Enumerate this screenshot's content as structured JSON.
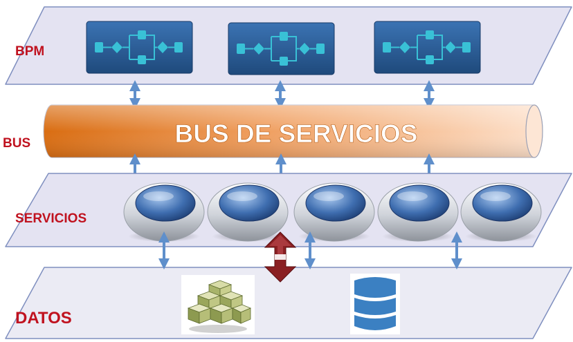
{
  "layers": {
    "bpm": {
      "label": "BPM"
    },
    "bus": {
      "label": "BUS",
      "title": "BUS DE SERVICIOS"
    },
    "servicios": {
      "label": "SERVICIOS"
    },
    "datos": {
      "label": "DATOS"
    }
  },
  "counts": {
    "process_blocks": 3,
    "service_nodes": 5
  },
  "colors": {
    "label_red": "#c0121f",
    "panel_fill": "#e4e3f2",
    "panel_stroke": "#7f8fbf",
    "bus_orange": "#e07b1f",
    "bus_light": "#fbd0ae",
    "arrow_blue": "#5f8fcb",
    "process_blue": "#2e5f99",
    "db_blue": "#3b80c2",
    "exchange_red": "#8a1f22"
  },
  "icons": [
    "process-flow-icon",
    "service-node-icon",
    "data-cube-icon",
    "database-icon",
    "bidirectional-arrow-icon"
  ]
}
